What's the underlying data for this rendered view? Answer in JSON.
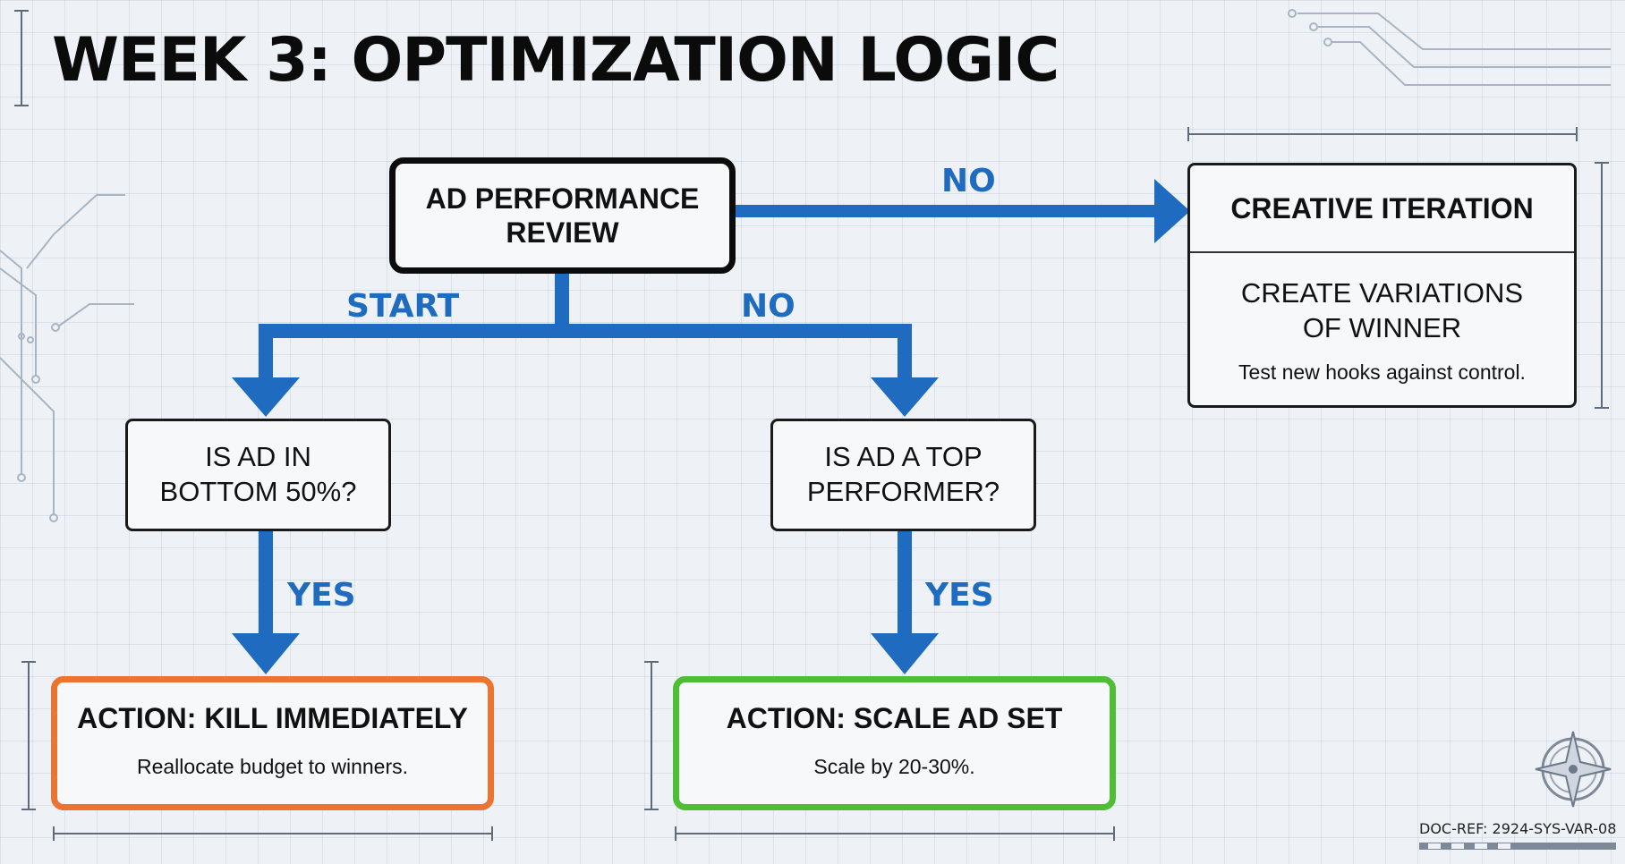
{
  "title": "WEEK 3: OPTIMIZATION LOGIC",
  "nodes": {
    "review": {
      "line1": "AD PERFORMANCE",
      "line2": "REVIEW"
    },
    "bottom_check": {
      "line1": "IS AD IN",
      "line2": "BOTTOM 50%?"
    },
    "top_check": {
      "line1": "IS AD A TOP",
      "line2": "PERFORMER?"
    },
    "creative": {
      "title": "CREATIVE ITERATION",
      "line1": "CREATE VARIATIONS",
      "line2": "OF WINNER",
      "note": "Test new hooks against control."
    },
    "kill": {
      "title": "ACTION: KILL IMMEDIATELY",
      "note": "Reallocate budget to winners."
    },
    "scale": {
      "title": "ACTION: SCALE AD SET",
      "note": "Scale by 20-30%."
    }
  },
  "edge_labels": {
    "review_to_creative": "NO",
    "start": "START",
    "review_to_top": "NO",
    "bottom_to_kill": "YES",
    "top_to_scale": "YES"
  },
  "footer": {
    "doc_ref": "DOC-REF: 2924-SYS-VAR-08"
  },
  "colors": {
    "arrow": "#1f6bbf",
    "kill_border": "#ec7330",
    "scale_border": "#4fbe34",
    "review_border": "#0c0c0c"
  }
}
